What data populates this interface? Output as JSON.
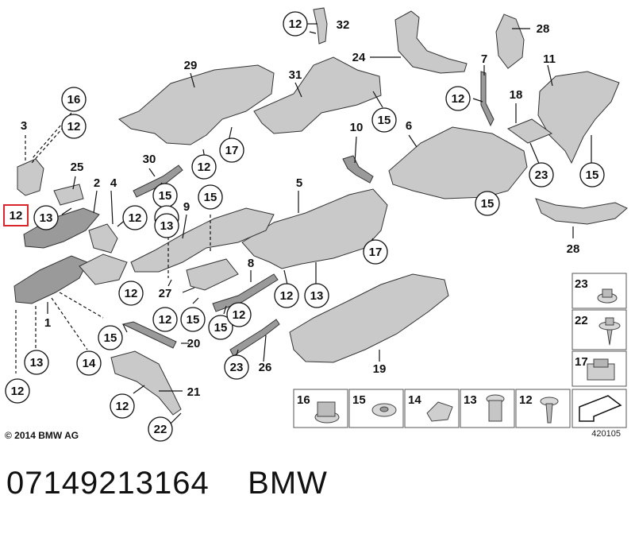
{
  "diagram": {
    "copyright": "© 2014 BMW AG",
    "drawing_code": "420105",
    "highlighted_callout": "12",
    "callouts": [
      {
        "id": "c12a",
        "label": "12"
      },
      {
        "id": "c32",
        "label": "32"
      },
      {
        "id": "c24",
        "label": "24"
      },
      {
        "id": "c28a",
        "label": "28"
      },
      {
        "id": "c29",
        "label": "29"
      },
      {
        "id": "c31",
        "label": "31"
      },
      {
        "id": "c7",
        "label": "7"
      },
      {
        "id": "c11",
        "label": "11"
      },
      {
        "id": "c16",
        "label": "16"
      },
      {
        "id": "c3",
        "label": "3"
      },
      {
        "id": "c12b",
        "label": "12"
      },
      {
        "id": "c15a",
        "label": "15"
      },
      {
        "id": "c12c",
        "label": "12"
      },
      {
        "id": "c18",
        "label": "18"
      },
      {
        "id": "c10",
        "label": "10"
      },
      {
        "id": "c6",
        "label": "6"
      },
      {
        "id": "c17a",
        "label": "17"
      },
      {
        "id": "c30",
        "label": "30"
      },
      {
        "id": "c12d",
        "label": "12"
      },
      {
        "id": "c25",
        "label": "25"
      },
      {
        "id": "c23a",
        "label": "23"
      },
      {
        "id": "c15b",
        "label": "15"
      },
      {
        "id": "c2",
        "label": "2"
      },
      {
        "id": "c4",
        "label": "4"
      },
      {
        "id": "c15c",
        "label": "15"
      },
      {
        "id": "c5",
        "label": "5"
      },
      {
        "id": "c15d",
        "label": "15"
      },
      {
        "id": "c9",
        "label": "9"
      },
      {
        "id": "c15e",
        "label": "15"
      },
      {
        "id": "c12e",
        "label": "12"
      },
      {
        "id": "c13a",
        "label": "13"
      },
      {
        "id": "c12f",
        "label": "12"
      },
      {
        "id": "c13b",
        "label": "13"
      },
      {
        "id": "c28b",
        "label": "28"
      },
      {
        "id": "c17b",
        "label": "17"
      },
      {
        "id": "c8",
        "label": "8"
      },
      {
        "id": "c12g",
        "label": "12"
      },
      {
        "id": "c12h",
        "label": "12"
      },
      {
        "id": "c13c",
        "label": "13"
      },
      {
        "id": "c27",
        "label": "27"
      },
      {
        "id": "c1",
        "label": "1"
      },
      {
        "id": "c12i",
        "label": "12"
      },
      {
        "id": "c15f",
        "label": "15"
      },
      {
        "id": "c15g",
        "label": "15"
      },
      {
        "id": "c12j",
        "label": "12"
      },
      {
        "id": "c15h",
        "label": "15"
      },
      {
        "id": "c20",
        "label": "20"
      },
      {
        "id": "c13d",
        "label": "13"
      },
      {
        "id": "c14",
        "label": "14"
      },
      {
        "id": "c23b",
        "label": "23"
      },
      {
        "id": "c26",
        "label": "26"
      },
      {
        "id": "c19",
        "label": "19"
      },
      {
        "id": "c12k",
        "label": "12"
      },
      {
        "id": "c21",
        "label": "21"
      },
      {
        "id": "c12l",
        "label": "12"
      },
      {
        "id": "c22",
        "label": "22"
      }
    ],
    "side_legend": [
      "23",
      "22",
      "17"
    ],
    "bottom_legend": [
      "16",
      "15",
      "14",
      "13",
      "12"
    ]
  },
  "caption": {
    "part_number": "07149213164",
    "brand": "BMW"
  }
}
